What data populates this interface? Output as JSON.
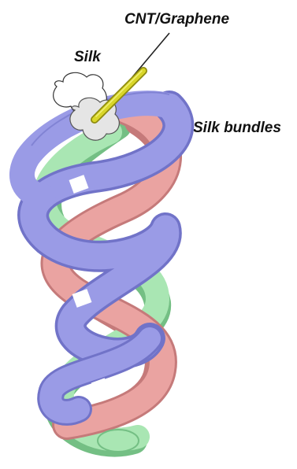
{
  "labels": {
    "cnt": "CNT/Graphene",
    "silk": "Silk",
    "bundles": "Silk bundles"
  },
  "colors": {
    "background": "#ffffff",
    "blue_strand": "#9a9be6",
    "blue_dark": "#7173c8",
    "pink_strand": "#eaa3a1",
    "pink_dark": "#c57a7a",
    "green_strand": "#a9e6b3",
    "green_dark": "#74bf84",
    "core_rod": "#d9d629",
    "core_rod_dark": "#8e8b10",
    "silk_cross_section": "#e5e5e5",
    "text": "#111111"
  }
}
